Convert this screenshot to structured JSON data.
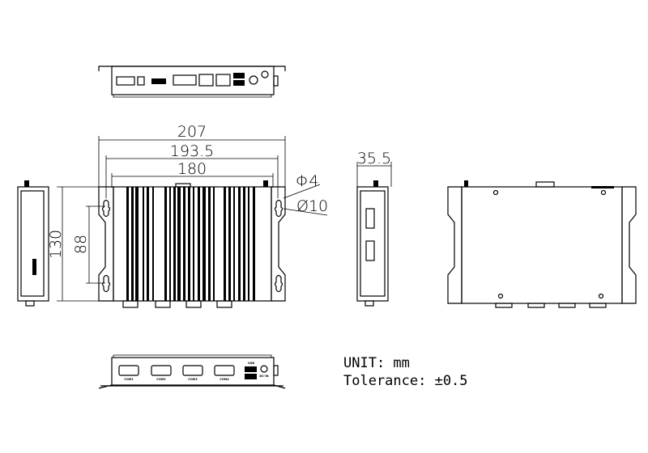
{
  "dimensions": {
    "overall_width": "207",
    "mount_hole_pitch": "193.5",
    "body_width": "180",
    "height": "130",
    "hole_vertical_pitch": "88",
    "depth": "35.5",
    "small_hole": "Φ4",
    "large_hole": "Ø10"
  },
  "notes": {
    "unit": "UNIT: mm",
    "tolerance": "Tolerance: ±0.5"
  },
  "ports": {
    "bottom": [
      "COM1",
      "COM2",
      "COM3",
      "COM4"
    ],
    "usb": "USB",
    "dc": "DC-IN"
  },
  "colors": {
    "line": "#000000",
    "background": "#ffffff"
  }
}
